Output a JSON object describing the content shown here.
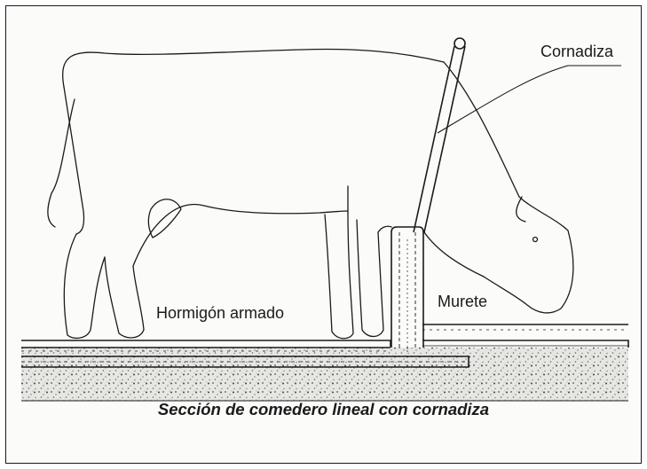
{
  "labels": {
    "cornadiza": "Cornadiza",
    "hormigon": "Hormigón armado",
    "murete": "Murete"
  },
  "caption": "Sección de comedero lineal con cornadiza",
  "colors": {
    "ink": "#1a1a1a",
    "gravel": "#d9d9d6",
    "paper": "#fbfbf9"
  }
}
